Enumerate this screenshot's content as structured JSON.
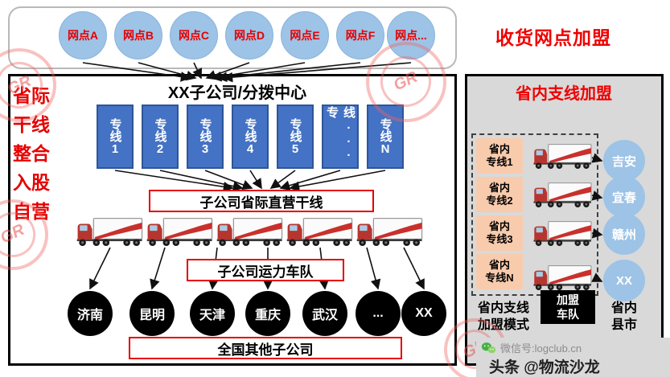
{
  "top": {
    "nodes": [
      "网点A",
      "网点B",
      "网点C",
      "网点D",
      "网点E",
      "网点F",
      "网点..."
    ],
    "right_label": "收货网点加盟"
  },
  "left": {
    "side_labels": [
      "省际",
      "干线",
      "整合",
      "入股",
      "自营"
    ],
    "title": "XX子公司/分拨中心",
    "lines": [
      "专线1",
      "专线2",
      "专线3",
      "专线4",
      "专线5",
      "专线...",
      "专线N"
    ],
    "trunk_label": "子公司省际直营干线",
    "fleet_label": "子公司运力车队",
    "cities": [
      "济南",
      "昆明",
      "天津",
      "重庆",
      "武汉",
      "...",
      "XX"
    ],
    "bottom_label": "全国其他子公司"
  },
  "right": {
    "title": "省内支线加盟",
    "lines": [
      "省内\n专线1",
      "省内\n专线2",
      "省内\n专线3",
      "省内\n专线N"
    ],
    "cities": [
      "吉安",
      "宜春",
      "赣州",
      "XX"
    ],
    "fleet_label": "加盟\n车队",
    "mode_label": "省内支线\n加盟模式",
    "county_label": "省内\n县市"
  },
  "footer": {
    "wechat_label": "微信号:logclub.cn",
    "toutiao_label": "头条 @物流沙龙"
  },
  "watermark_text": "GR",
  "colors": {
    "node_blue": "#9DC3E6",
    "line_blue": "#4472C4",
    "accent_red": "#E60000",
    "orange": "#F8CBAD",
    "panel_gray": "#D9D9D9"
  }
}
